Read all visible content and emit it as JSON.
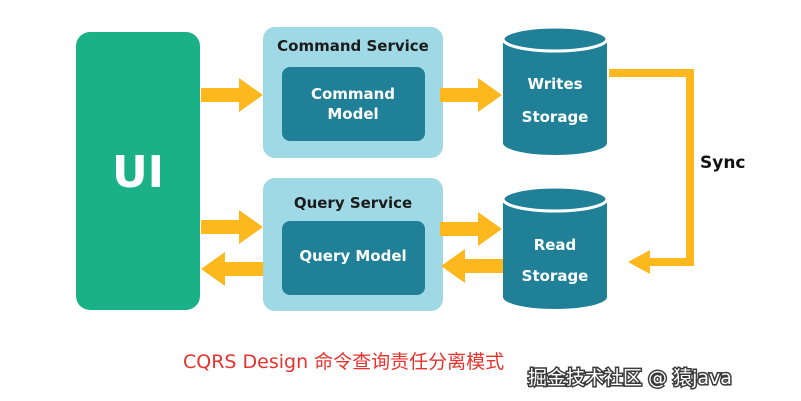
{
  "ui_block": {
    "label": "UI"
  },
  "command_service": {
    "title": "Command Service",
    "model_line1": "Command",
    "model_line2": "Model"
  },
  "query_service": {
    "title": "Query Service",
    "model_label": "Query Model"
  },
  "writes_storage": {
    "line1": "Writes",
    "line2": "Storage"
  },
  "read_storage": {
    "line1": "Read",
    "line2": "Storage"
  },
  "sync_label": "Sync",
  "caption": "CQRS Design 命令查询责任分离模式",
  "watermark": "掘金技术社区 @ 猿java",
  "colors": {
    "ui_green": "#1bb187",
    "service_bg": "#9fd9e5",
    "model_teal": "#1f8098",
    "storage_teal": "#1f8098",
    "arrow_orange": "#fdb81e",
    "caption_red": "#e8322d"
  }
}
